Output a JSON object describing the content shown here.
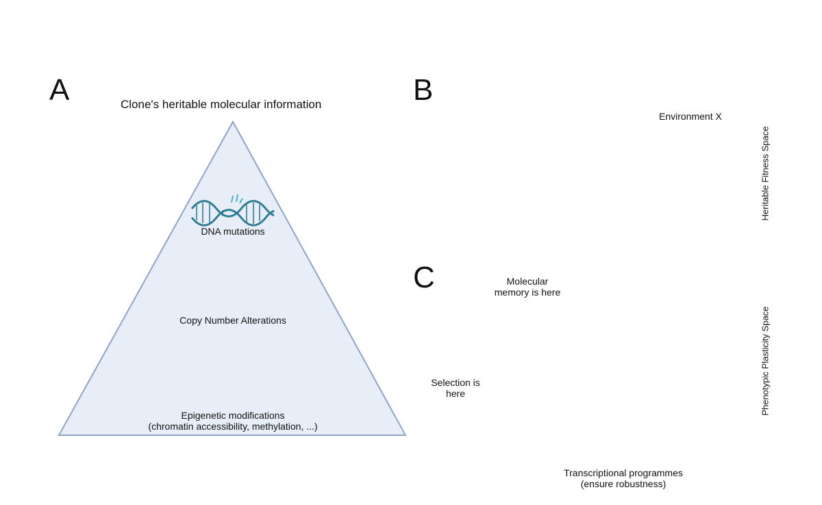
{
  "panels": {
    "a": "A",
    "b": "B",
    "c": "C"
  },
  "panel_a": {
    "title": "Clone's heritable molecular information",
    "dna_label": "DNA mutations",
    "cna_label": "Copy Number Alterations",
    "epi_label_line1": "Epigenetic modifications",
    "epi_label_line2": "(chromatin accessibility, methylation, ...)"
  },
  "panel_b": {
    "environment_label": "Environment X"
  },
  "panel_c": {
    "molecular_memory_line1": "Molecular",
    "molecular_memory_line2": "memory is here",
    "selection_line1": "Selection is",
    "selection_line2": "here",
    "bottom_line1": "Transcriptional programmes",
    "bottom_line2": "(ensure robustness)"
  },
  "axis": {
    "top_label": "Heritable Fitness Space",
    "bottom_label": "Phenotypic Plasticity Space"
  },
  "colors": {
    "triangle_fill": "#e8eef7",
    "triangle_stroke": "#8fa3c8",
    "dna": "#2f7c93",
    "chromosome_blue": "#1f6a8f",
    "chromosome_pink": "#d9607a",
    "nucleosome": "#3aa7d0",
    "methyl": "#e02d2d",
    "cells": "#b9dcae",
    "red_arrow": "#b8332a",
    "grey_arrow": "#8a8a8a"
  }
}
